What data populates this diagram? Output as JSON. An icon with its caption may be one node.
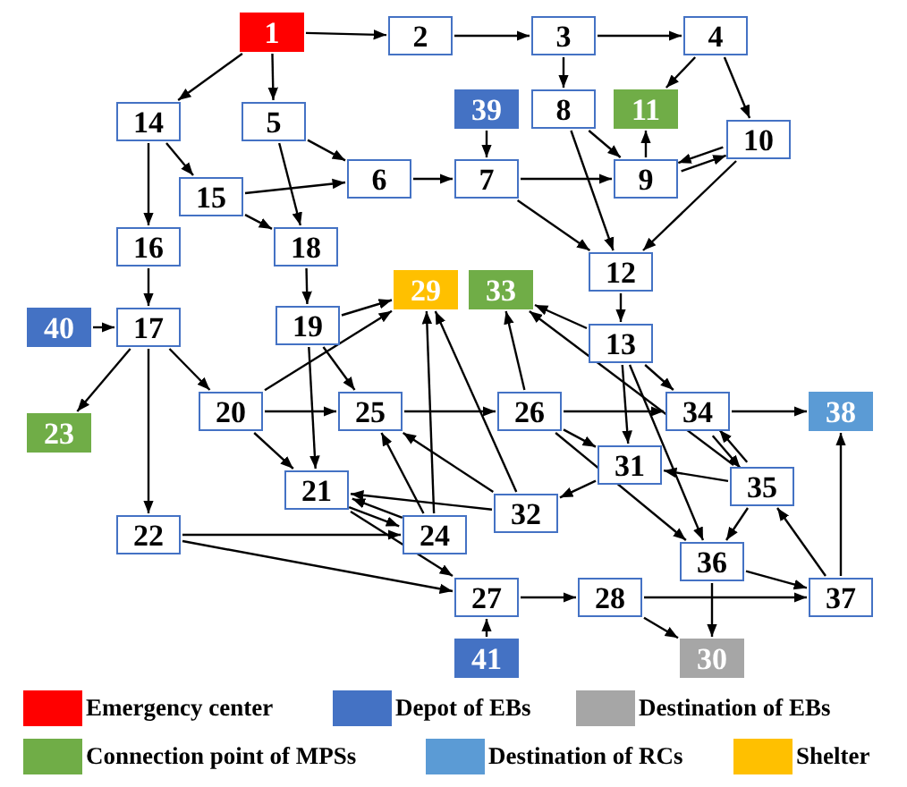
{
  "diagram": {
    "nodes": [
      {
        "text": [
          "1"
        ]
      },
      {
        "text": [
          "2"
        ]
      },
      {
        "text": [
          "3"
        ]
      },
      {
        "text": [
          "4"
        ]
      },
      {
        "text": [
          "14"
        ]
      },
      {
        "text": [
          "5"
        ]
      },
      {
        "text": [
          "39"
        ]
      },
      {
        "text": [
          "8"
        ]
      },
      {
        "text": [
          "11"
        ]
      },
      {
        "text": [
          "10"
        ]
      },
      {
        "text": [
          "15"
        ]
      },
      {
        "text": [
          "6"
        ]
      },
      {
        "text": [
          "7"
        ]
      },
      {
        "text": [
          "9"
        ]
      },
      {
        "text": [
          "16"
        ]
      },
      {
        "text": [
          "18"
        ]
      },
      {
        "text": [
          "12"
        ]
      },
      {
        "text": [
          "29"
        ]
      },
      {
        "text": [
          "33"
        ]
      },
      {
        "text": [
          "40"
        ]
      },
      {
        "text": [
          "17"
        ]
      },
      {
        "text": [
          "19"
        ]
      },
      {
        "text": [
          "13"
        ]
      },
      {
        "text": [
          "20"
        ]
      },
      {
        "text": [
          "25"
        ]
      },
      {
        "text": [
          "26"
        ]
      },
      {
        "text": [
          "34"
        ]
      },
      {
        "text": [
          "38"
        ]
      },
      {
        "text": [
          "23"
        ]
      },
      {
        "text": [
          "31"
        ]
      },
      {
        "text": [
          "35"
        ]
      },
      {
        "text": [
          "21"
        ]
      },
      {
        "text": [
          "32"
        ]
      },
      {
        "text": [
          "24"
        ]
      },
      {
        "text": [
          "22"
        ]
      },
      {
        "text": [
          "36"
        ]
      },
      {
        "text": [
          "27"
        ]
      },
      {
        "text": [
          "28"
        ]
      },
      {
        "text": [
          "37"
        ]
      },
      {
        "text": [
          "41"
        ]
      },
      {
        "text": [
          "30"
        ]
      }
    ],
    "edges": [
      {
        "from": 0,
        "to": 1,
        "arrow": "to"
      },
      {
        "from": 1,
        "to": 2,
        "arrow": "to"
      },
      {
        "from": 2,
        "to": 3,
        "arrow": "to"
      },
      {
        "from": 0,
        "to": 4,
        "arrow": "to"
      },
      {
        "from": 0,
        "to": 5,
        "arrow": "to"
      },
      {
        "from": 2,
        "to": 7,
        "arrow": "to"
      },
      {
        "from": 3,
        "to": 8,
        "arrow": "to"
      },
      {
        "from": 3,
        "to": 9,
        "arrow": "to"
      },
      {
        "from": 5,
        "to": 11,
        "arrow": "to"
      },
      {
        "from": 5,
        "to": 15,
        "arrow": "to"
      },
      {
        "from": 4,
        "to": 10,
        "arrow": "to"
      },
      {
        "from": 4,
        "to": 14,
        "arrow": "to"
      },
      {
        "from": 10,
        "to": 11,
        "arrow": "to"
      },
      {
        "from": 10,
        "to": 15,
        "arrow": "to"
      },
      {
        "from": 11,
        "to": 12,
        "arrow": "to"
      },
      {
        "from": 6,
        "to": 12,
        "arrow": "to"
      },
      {
        "from": 12,
        "to": 13,
        "arrow": "to"
      },
      {
        "from": 12,
        "to": 16,
        "arrow": "to"
      },
      {
        "from": 7,
        "to": 13,
        "arrow": "to"
      },
      {
        "from": 7,
        "to": 16,
        "arrow": "to"
      },
      {
        "from": 13,
        "to": 8,
        "arrow": "to"
      },
      {
        "from": 13,
        "to": 9,
        "arrow": "to"
      },
      {
        "from": 9,
        "to": 13,
        "arrow": "to"
      },
      {
        "from": 9,
        "to": 16,
        "arrow": "to"
      },
      {
        "from": 16,
        "to": 22,
        "arrow": "to"
      },
      {
        "from": 14,
        "to": 20,
        "arrow": "to"
      },
      {
        "from": 15,
        "to": 21,
        "arrow": "to"
      },
      {
        "from": 19,
        "to": 20,
        "arrow": "to"
      },
      {
        "from": 20,
        "to": 28,
        "arrow": "to"
      },
      {
        "from": 20,
        "to": 23,
        "arrow": "to"
      },
      {
        "from": 20,
        "to": 34,
        "arrow": "to"
      },
      {
        "from": 21,
        "to": 17,
        "arrow": "to"
      },
      {
        "from": 21,
        "to": 24,
        "arrow": "to"
      },
      {
        "from": 21,
        "to": 31,
        "arrow": "to"
      },
      {
        "from": 23,
        "to": 17,
        "arrow": "to"
      },
      {
        "from": 23,
        "to": 24,
        "arrow": "to"
      },
      {
        "from": 23,
        "to": 31,
        "arrow": "to"
      },
      {
        "from": 24,
        "to": 25,
        "arrow": "to"
      },
      {
        "from": 31,
        "to": 33,
        "arrow": "to"
      },
      {
        "from": 33,
        "to": 31,
        "arrow": "to"
      },
      {
        "from": 32,
        "to": 31,
        "arrow": "to"
      },
      {
        "from": 32,
        "to": 24,
        "arrow": "to"
      },
      {
        "from": 32,
        "to": 17,
        "arrow": "to"
      },
      {
        "from": 33,
        "to": 24,
        "arrow": "to"
      },
      {
        "from": 33,
        "to": 17,
        "arrow": "to"
      },
      {
        "from": 34,
        "to": 33,
        "arrow": "to"
      },
      {
        "from": 34,
        "to": 36,
        "arrow": "to"
      },
      {
        "from": 31,
        "to": 36,
        "arrow": "to"
      },
      {
        "from": 25,
        "to": 18,
        "arrow": "to"
      },
      {
        "from": 30,
        "to": 18,
        "arrow": "to"
      },
      {
        "from": 22,
        "to": 18,
        "arrow": "to"
      },
      {
        "from": 22,
        "to": 26,
        "arrow": "to"
      },
      {
        "from": 22,
        "to": 29,
        "arrow": "to"
      },
      {
        "from": 22,
        "to": 35,
        "arrow": "to"
      },
      {
        "from": 25,
        "to": 26,
        "arrow": "to"
      },
      {
        "from": 25,
        "to": 29,
        "arrow": "to"
      },
      {
        "from": 25,
        "to": 35,
        "arrow": "to"
      },
      {
        "from": 29,
        "to": 32,
        "arrow": "to"
      },
      {
        "from": 30,
        "to": 29,
        "arrow": "to"
      },
      {
        "from": 30,
        "to": 26,
        "arrow": "to"
      },
      {
        "from": 26,
        "to": 30,
        "arrow": "to"
      },
      {
        "from": 30,
        "to": 35,
        "arrow": "to"
      },
      {
        "from": 35,
        "to": 38,
        "arrow": "to"
      },
      {
        "from": 35,
        "to": 40,
        "arrow": "to"
      },
      {
        "from": 37,
        "to": 40,
        "arrow": "to"
      },
      {
        "from": 37,
        "to": 38,
        "arrow": "to"
      },
      {
        "from": 36,
        "to": 37,
        "arrow": "to"
      },
      {
        "from": 39,
        "to": 36,
        "arrow": "to"
      },
      {
        "from": 38,
        "to": 27,
        "arrow": "to"
      },
      {
        "from": 38,
        "to": 30,
        "arrow": "to"
      },
      {
        "from": 26,
        "to": 27,
        "arrow": "to"
      }
    ],
    "legend": [
      {
        "text": "Emergency center",
        "color": "#ff0000"
      },
      {
        "text": "Depot of EBs",
        "color": "#4472c4"
      },
      {
        "text": "Destination of EBs",
        "color": "#a6a6a6"
      },
      {
        "text": "Connection point of MPSs",
        "color": "#70ad47"
      },
      {
        "text": "Destination of RCs",
        "color": "#5b9bd5"
      },
      {
        "text": "Shelter",
        "color": "#ffc000"
      }
    ]
  }
}
